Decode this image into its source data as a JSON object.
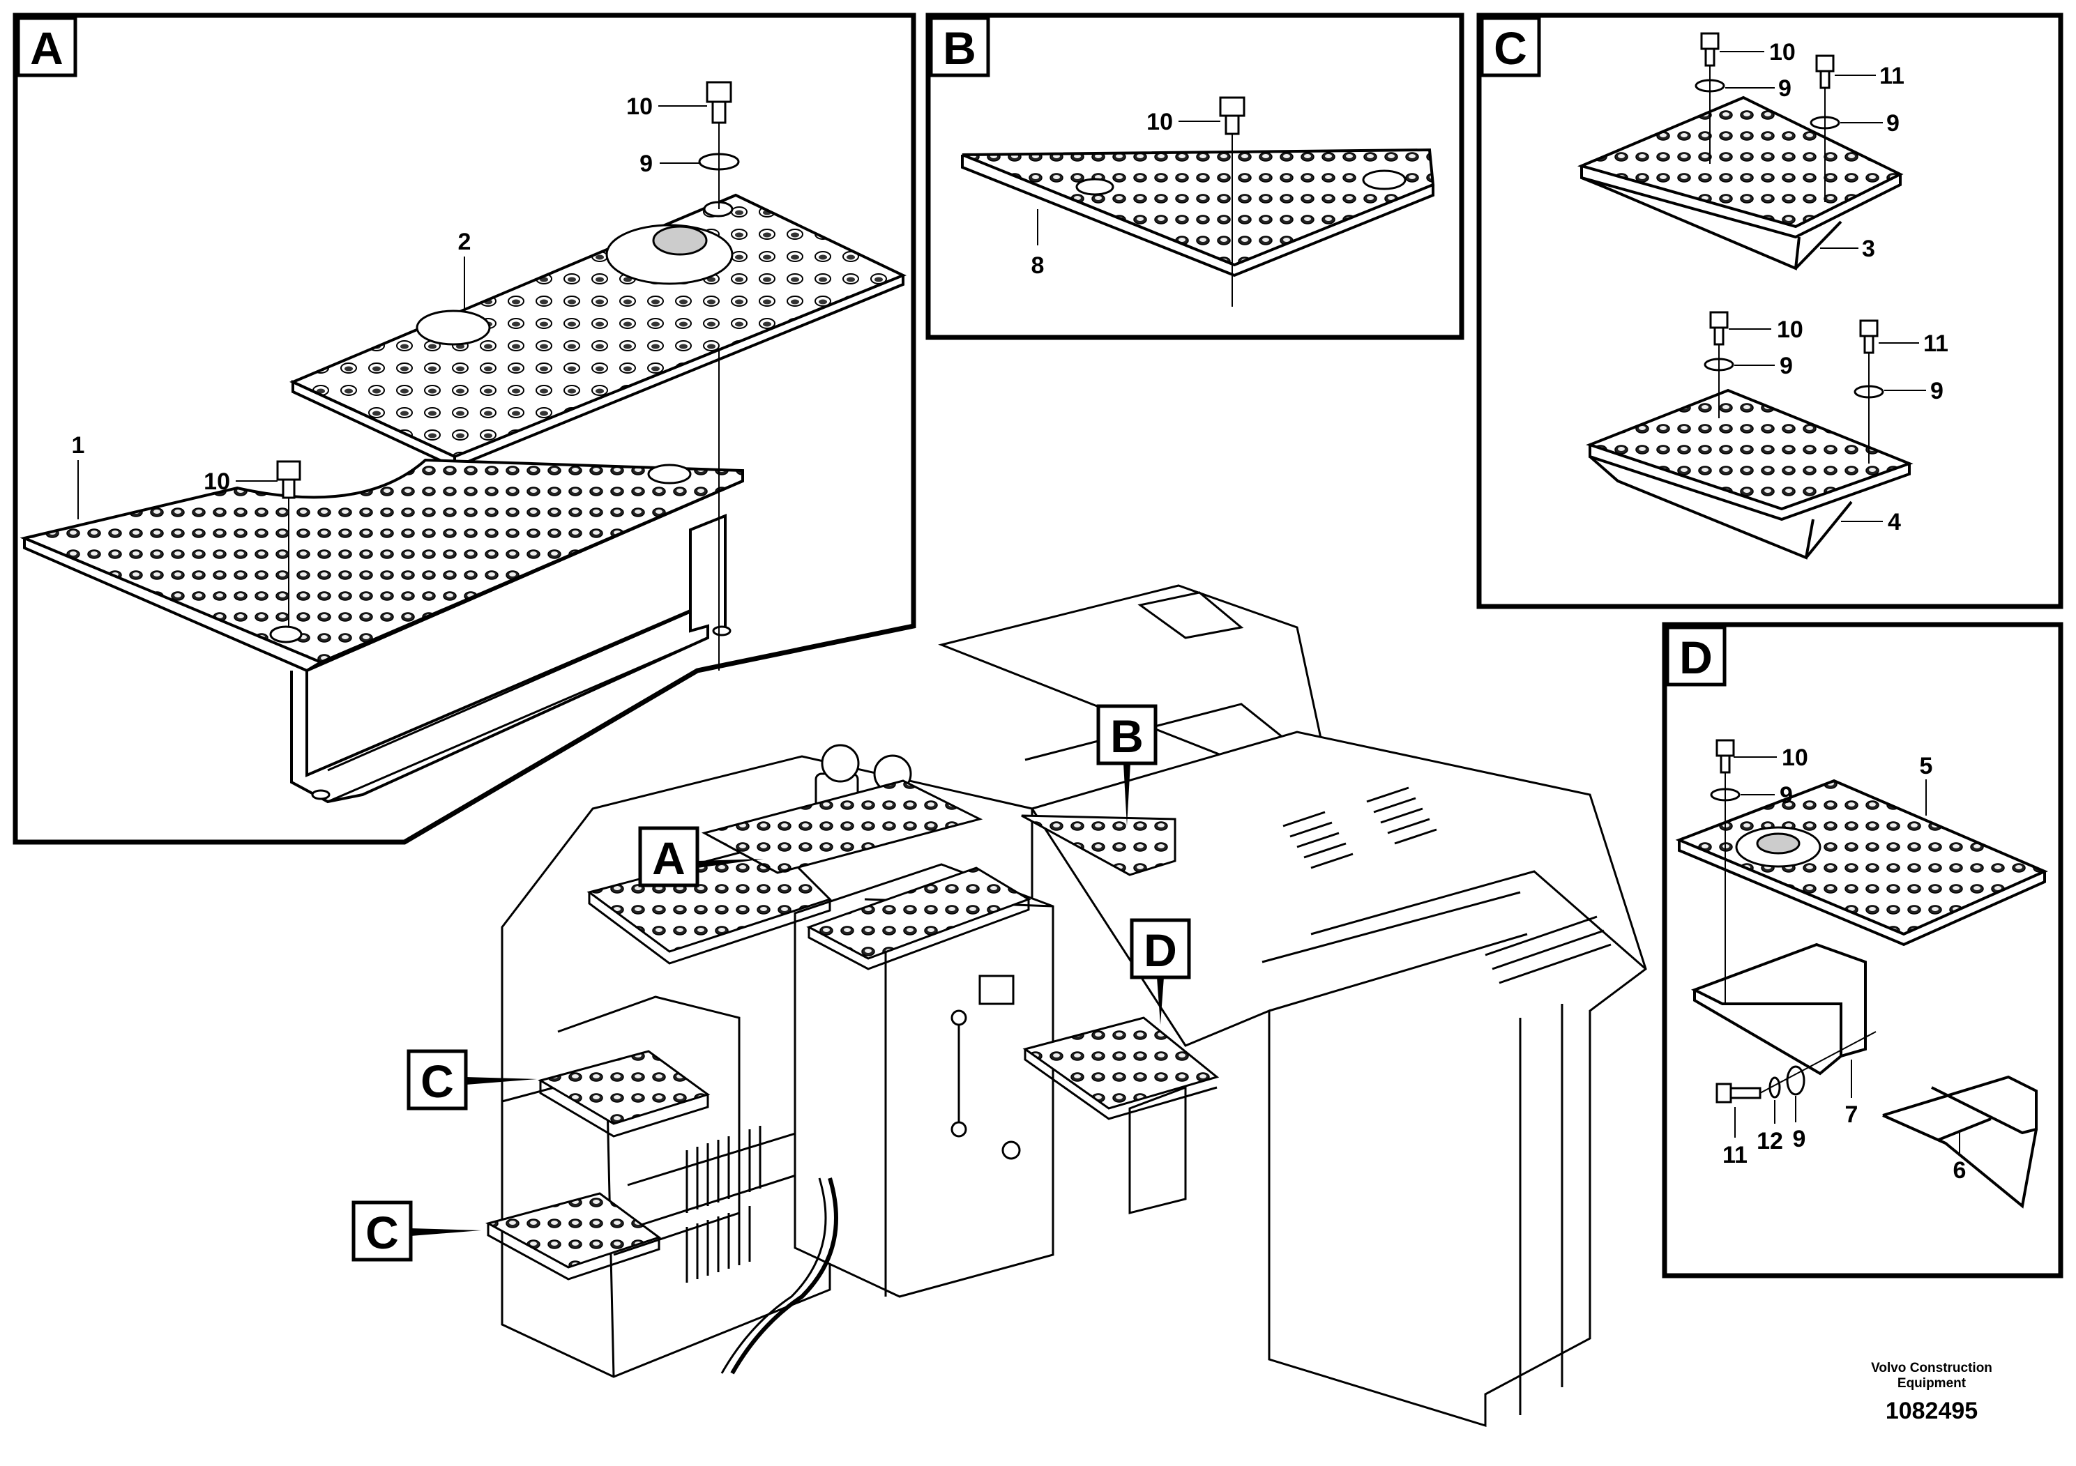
{
  "sections": {
    "a": "A",
    "b": "B",
    "c": "C",
    "d": "D"
  },
  "callouts": {
    "a": [
      "A"
    ],
    "b": [
      "B"
    ],
    "c": [
      "C",
      "C"
    ],
    "d": [
      "D"
    ]
  },
  "labels": {
    "a": [
      "10",
      "9",
      "2",
      "1",
      "10"
    ],
    "b": [
      "10",
      "8"
    ],
    "c": [
      "10",
      "9",
      "11",
      "9",
      "3",
      "10",
      "9",
      "11",
      "9",
      "4"
    ],
    "d": [
      "10",
      "9",
      "5",
      "7",
      "11",
      "12",
      "9",
      "6"
    ]
  },
  "footer": {
    "credit": "Volvo Construction\nEquipment",
    "id": "1082495"
  }
}
